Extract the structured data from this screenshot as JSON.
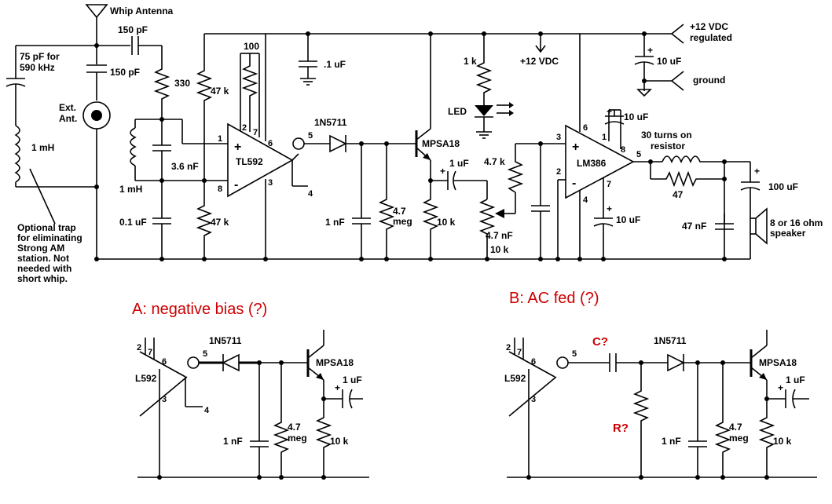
{
  "labels": {
    "whip": "Whip Antenna",
    "c150a": "150 pF",
    "c150b": "150 pF",
    "c75": "75 pF for",
    "c75b": "590 kHz",
    "ext1": "Ext.",
    "ext2": "Ant.",
    "l1mh": "1 mH",
    "note1": "Optional trap",
    "note2": "for eliminating",
    "note3": "Strong AM",
    "note4": "station. Not",
    "note5": "needed with",
    "note6": "short whip.",
    "r330": "330",
    "r100": "100",
    "r47ka": "47 k",
    "r47kb": "47 k",
    "c36": "3.6 nF",
    "l1mhb": "1 mH",
    "c01": "0.1 uF",
    "cp1": ".1 uF",
    "tl592": "TL592",
    "d1": "1N5711",
    "c1nf": "1 nF",
    "r47meg": "4.7",
    "r47meg2": "meg",
    "q1": "MPSA18",
    "r10k": "10 k",
    "r1k": "1 k",
    "led": "LED",
    "v12": "+12 VDC",
    "v12reg": "+12 VDC",
    "v12reg2": "regulated",
    "c1uf": "1 uF",
    "r47k": "4.7 k",
    "c47nf": "4.7 nF",
    "pot10k": "10 k",
    "lm386": "LM386",
    "c10ufa": "10 uF",
    "c10ufb": "10 uF",
    "c10ufc": "10 uF",
    "turns1": "30 turns on",
    "turns2": "resistor",
    "r47": "47",
    "c100uf": "100 uF",
    "c47nfb": "47 nF",
    "spk1": "8 or 16 ohm",
    "spk2": "speaker",
    "ground": "ground"
  },
  "pins": {
    "tl_p1": "1",
    "tl_p2": "2",
    "tl_p7": "7",
    "tl_p6": "6",
    "tl_p5": "5",
    "tl_p8": "8",
    "tl_p3": "3",
    "tl_p4": "4",
    "lm_p6": "6",
    "lm_p1": "1",
    "lm_p8": "8",
    "lm_p3": "3",
    "lm_p2": "2",
    "lm_p5": "5",
    "lm_p4": "4",
    "lm_p7": "7"
  },
  "variantA": {
    "title": "A: negative bias (?)",
    "p2": "2",
    "p7": "7",
    "p6": "6",
    "p5": "5",
    "p3": "3",
    "p4": "4",
    "ic": "L592",
    "diode": "1N5711",
    "transistor": "MPSA18",
    "c1uf": "1 uF",
    "c1nf": "1 nF",
    "rmeg": "4.7",
    "rmeg2": "meg",
    "r10k": "10 k"
  },
  "variantB": {
    "title": "B: AC fed (?)",
    "cq": "C?",
    "rq": "R?",
    "p2": "2",
    "p7": "7",
    "p6": "6",
    "p5": "5",
    "p3": "3",
    "ic": "L592",
    "diode": "1N5711",
    "transistor": "MPSA18",
    "c1uf": "1 uF",
    "c1nf": "1 nF",
    "rmeg": "4.7",
    "rmeg2": "meg",
    "r10k": "10 k"
  }
}
